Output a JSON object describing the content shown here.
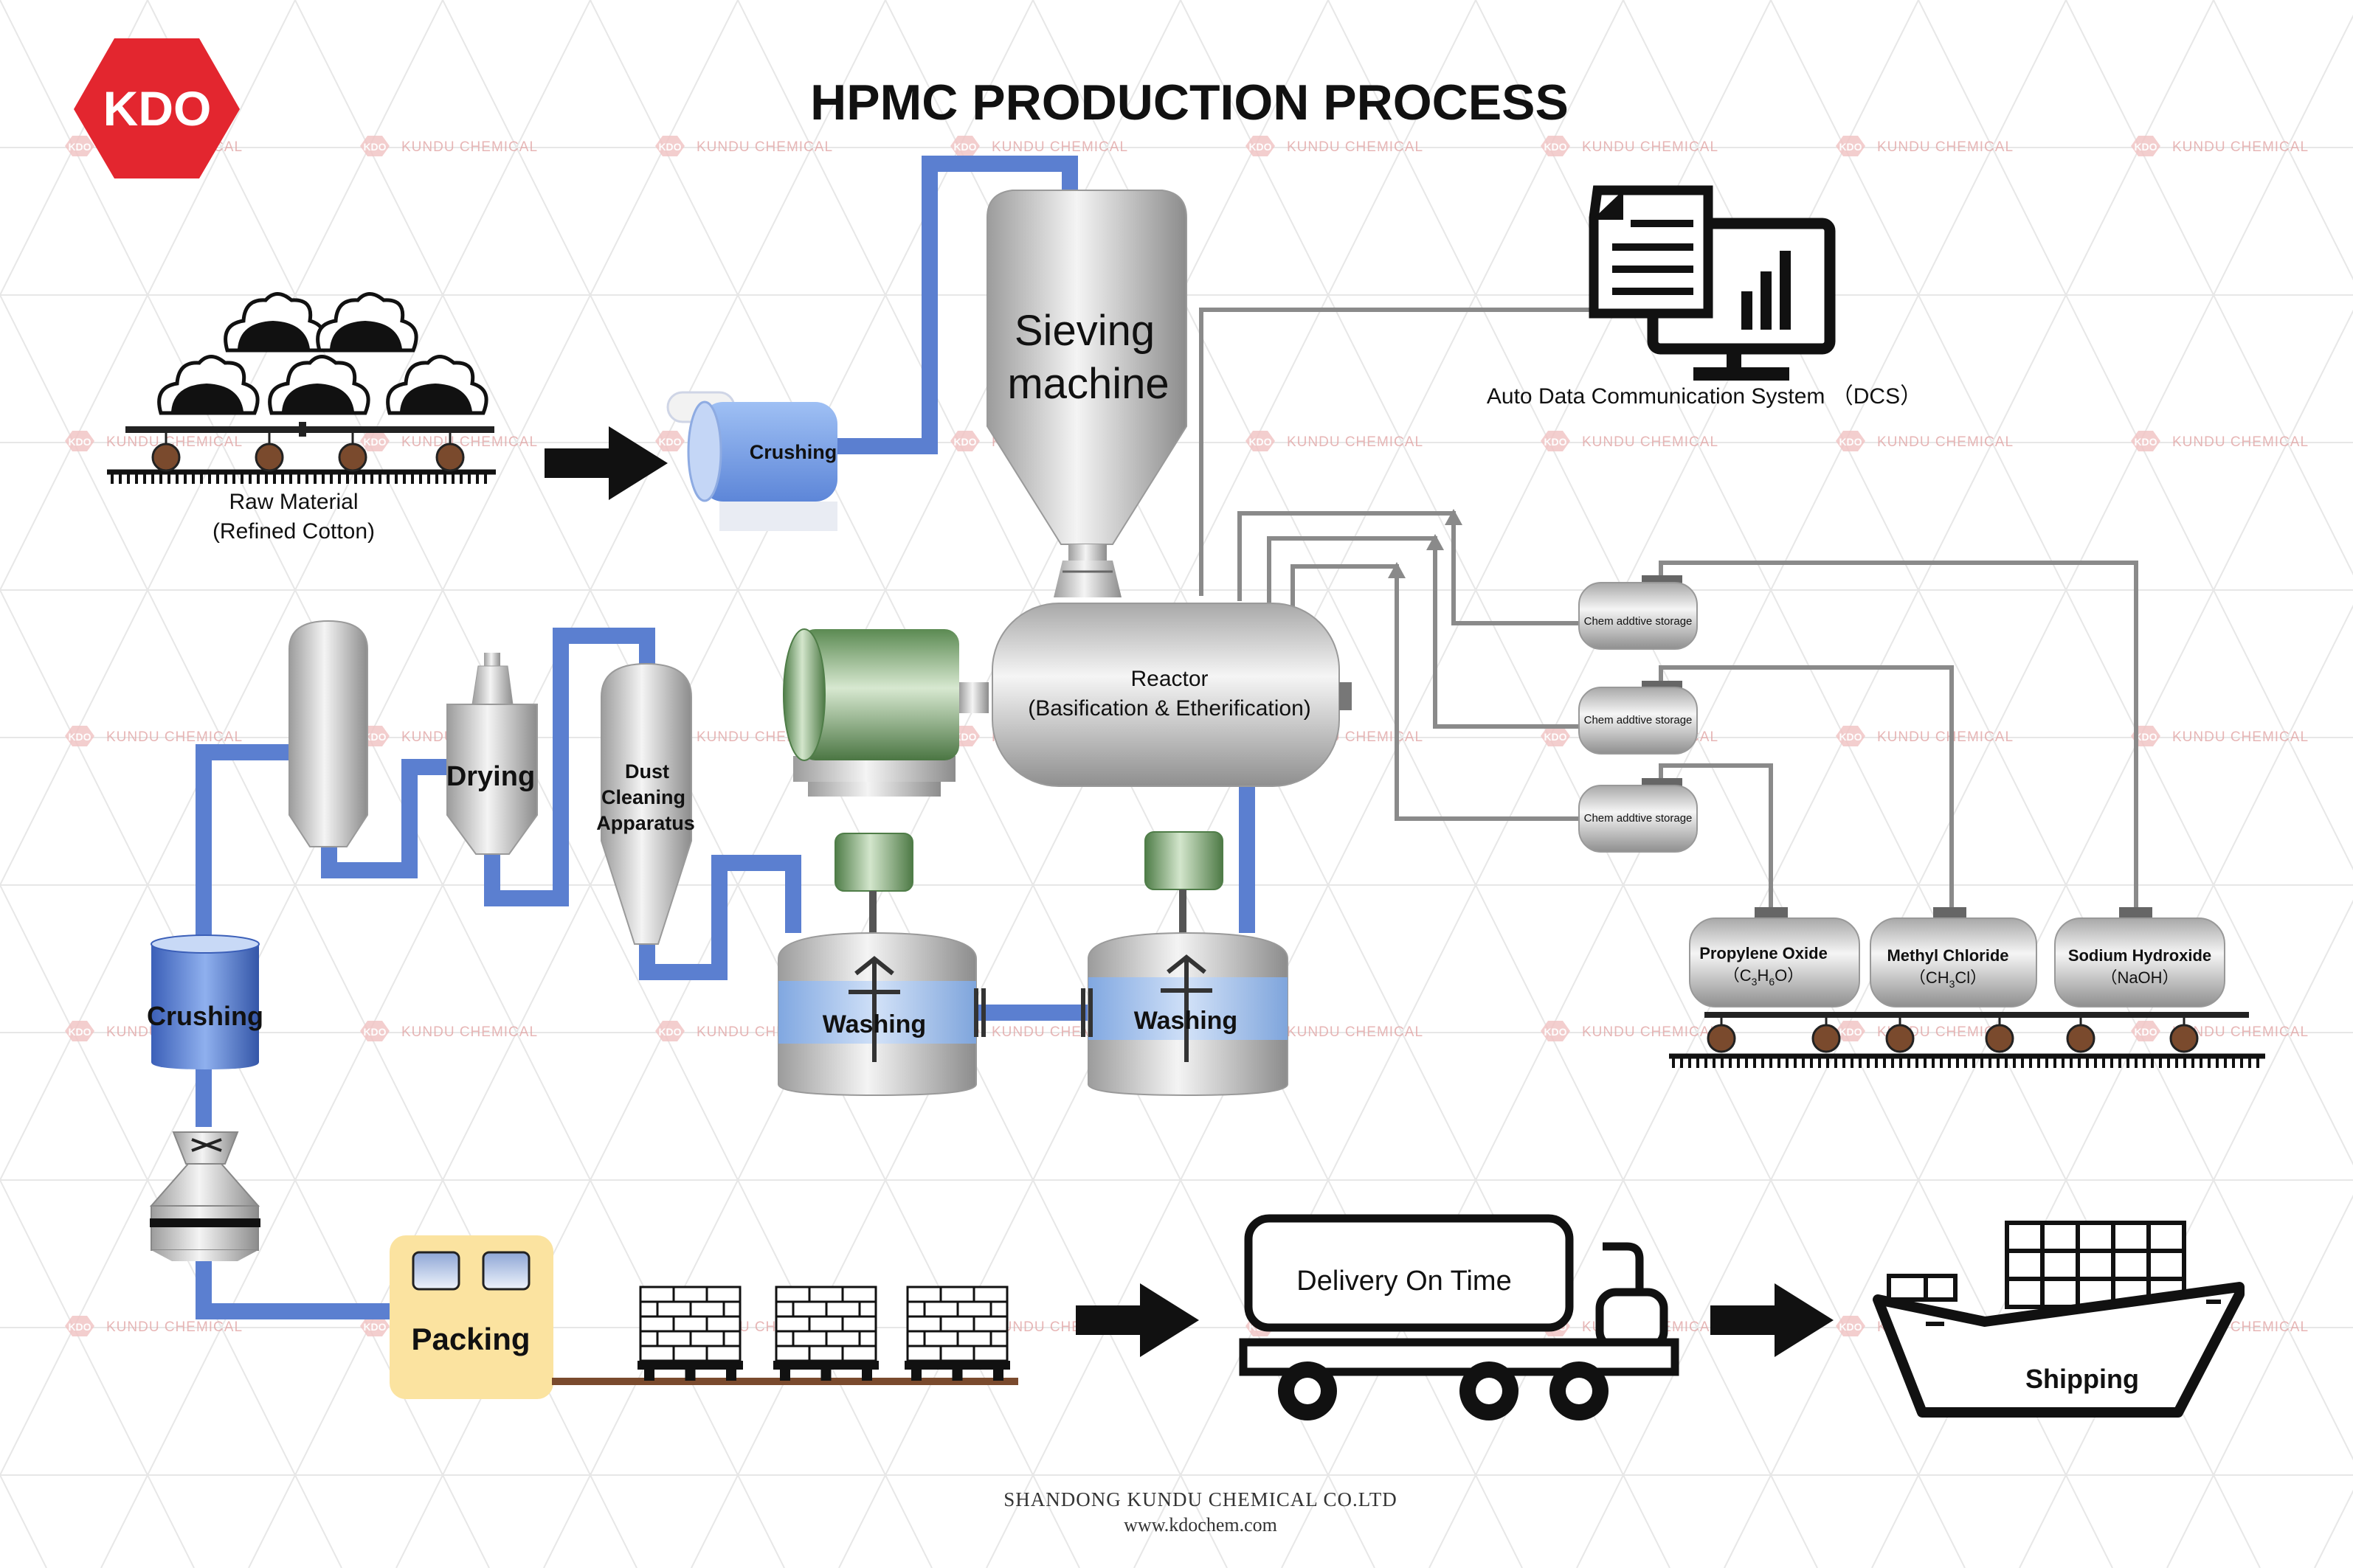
{
  "header": {
    "logo": "KDO",
    "title": "HPMC PRODUCTION PROCESS"
  },
  "raw_material": {
    "line1": "Raw Material",
    "line2": "(Refined Cotton)"
  },
  "crushing_top": "Crushing",
  "sieving": {
    "line1": "Sieving",
    "line2": "machine"
  },
  "dcs_label": "Auto Data Communication System （DCS）",
  "reactor": {
    "line1": "Reactor",
    "line2": "(Basification & Etherification)"
  },
  "storage": [
    "Chem addtive storage",
    "Chem addtive storage",
    "Chem addtive storage"
  ],
  "tanks": {
    "propylene": {
      "name": "Propylene Oxide",
      "formula_pre": "（C",
      "s1": "3",
      "m1": "H",
      "s2": "6",
      "formula_post": "O）"
    },
    "methyl": {
      "name": "Methyl Chloride",
      "formula_pre": "（CH",
      "s1": "3",
      "formula_post": "Cl）"
    },
    "sodium": {
      "name": "Sodium Hydroxide",
      "formula": "（NaOH）"
    }
  },
  "drying": "Drying",
  "dust": {
    "line1": "Dust",
    "line2": "Cleaning",
    "line3": "Apparatus"
  },
  "washing": [
    "Washing",
    "Washing"
  ],
  "crushing_left": "Crushing",
  "packing": "Packing",
  "delivery": "Delivery On Time",
  "shipping": "Shipping",
  "footer": {
    "company": "SHANDONG KUNDU CHEMICAL CO.LTD",
    "website": "www.kdochem.com"
  },
  "watermark": {
    "badge": "KDO",
    "text": "KUNDU CHEMICAL"
  },
  "colors": {
    "pipe": "#5b7fd0",
    "gray_line": "#8a8a8a",
    "logo_red": "#e3262f",
    "motor_green": "#7ea574",
    "packing_bg": "#fbe3a0",
    "wheel": "#7a4a2d"
  }
}
